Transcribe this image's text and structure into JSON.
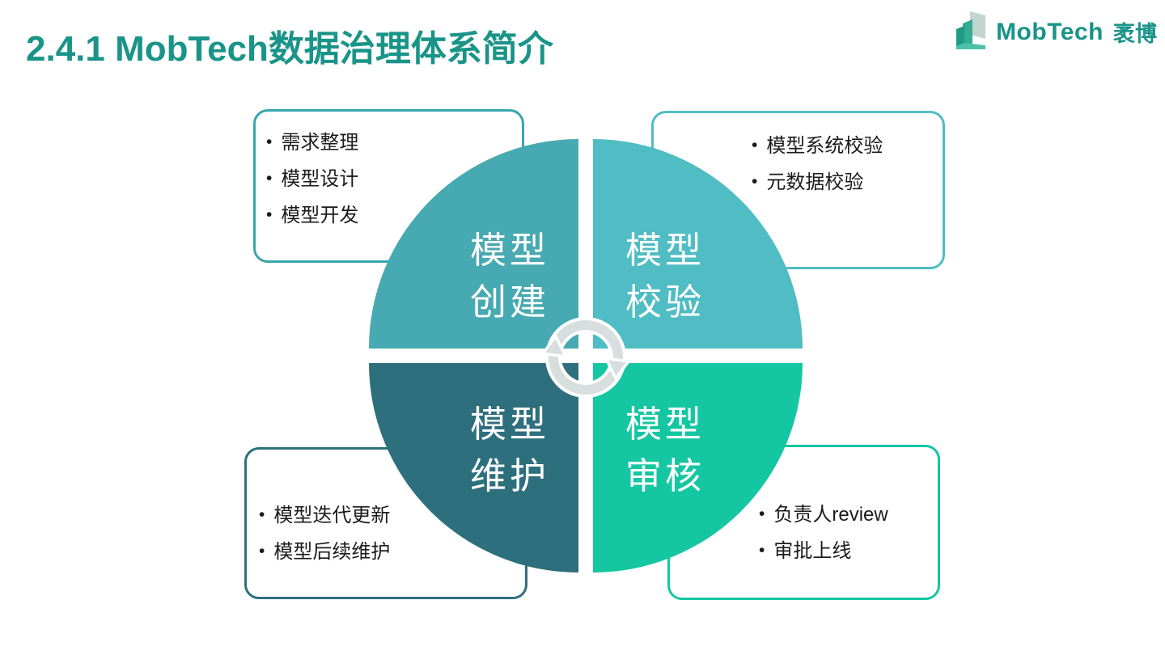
{
  "header": {
    "title": "2.4.1 MobTech数据治理体系简介",
    "logo_text": "MobTech",
    "logo_text_cn": "袤博"
  },
  "colors": {
    "title_text": "#1A9489",
    "quadrant_create": "#47A9B1",
    "quadrant_validate": "#4FBDC3",
    "quadrant_maintain": "#2E6F7E",
    "quadrant_review": "#14C7A2",
    "center_icon_gray": "#D8DEDE",
    "bullet_text": "#1B1B1B"
  },
  "diagram": {
    "center_icon": "cycle-arrows-icon",
    "quadrants": {
      "create": {
        "line1": "模型",
        "line2": "创建"
      },
      "validate": {
        "line1": "模型",
        "line2": "校验"
      },
      "maintain": {
        "line1": "模型",
        "line2": "维护"
      },
      "review": {
        "line1": "模型",
        "line2": "审核"
      }
    },
    "callouts": {
      "top_left": {
        "items": [
          "需求整理",
          "模型设计",
          "模型开发"
        ]
      },
      "top_right": {
        "items": [
          "模型系统校验",
          "元数据校验"
        ]
      },
      "bottom_left": {
        "items": [
          "模型迭代更新",
          "模型后续维护"
        ]
      },
      "bottom_right": {
        "items": [
          "负责人review",
          "审批上线"
        ]
      }
    }
  }
}
